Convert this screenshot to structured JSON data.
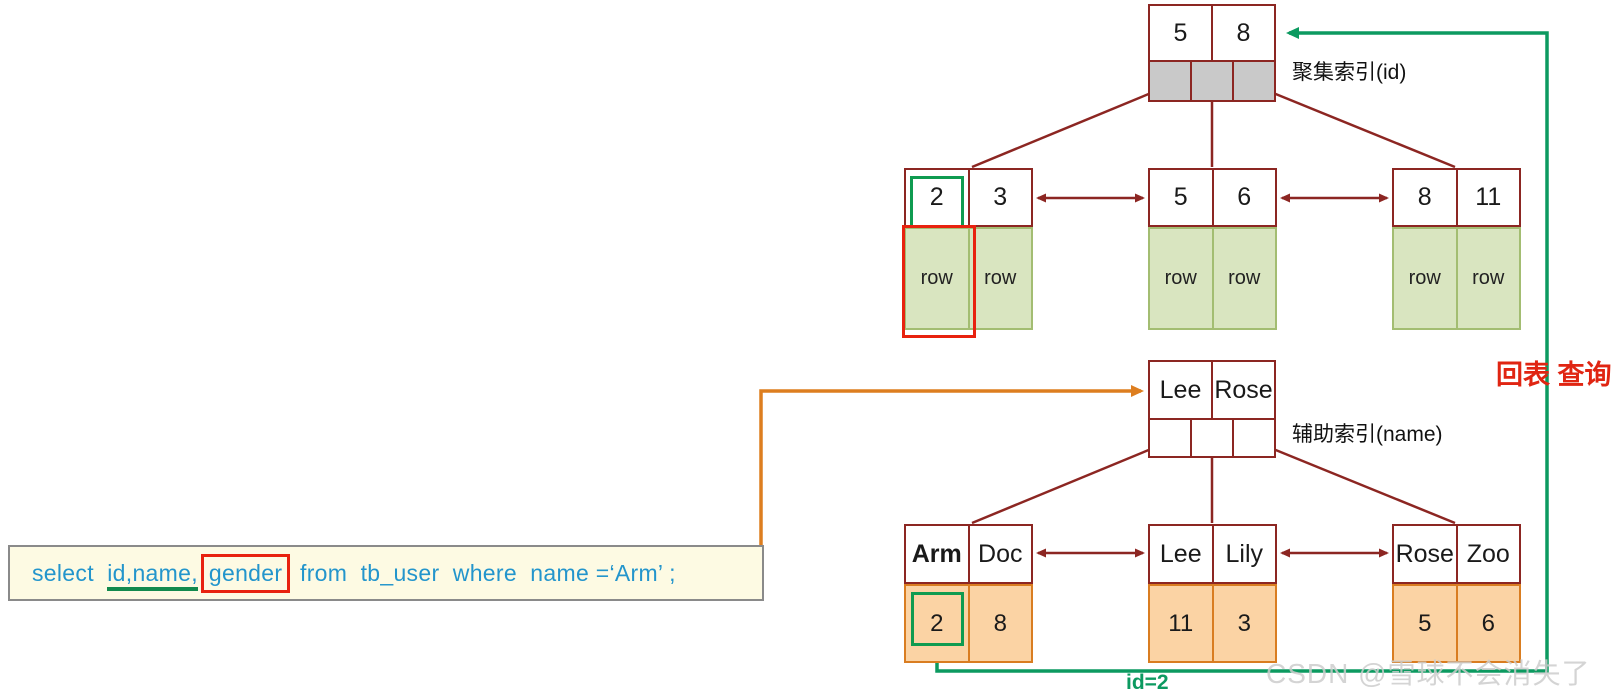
{
  "sql": {
    "select_kw": "select  ",
    "underlined_cols": "id,name,",
    "boxed_col": "gender",
    "tail": " from  tb_user  where  name =‘Arm’ ;"
  },
  "clustered_index": {
    "label": "聚集索引(id)",
    "root_keys": [
      "5",
      "8"
    ],
    "leaves": [
      {
        "keys": [
          "2",
          "3"
        ],
        "values": [
          "row",
          "row"
        ]
      },
      {
        "keys": [
          "5",
          "6"
        ],
        "values": [
          "row",
          "row"
        ]
      },
      {
        "keys": [
          "8",
          "11"
        ],
        "values": [
          "row",
          "row"
        ]
      }
    ]
  },
  "secondary_index": {
    "label": "辅助索引(name)",
    "root_keys": [
      "Lee",
      "Rose"
    ],
    "leaves": [
      {
        "keys": [
          "Arm",
          "Doc"
        ],
        "values": [
          "2",
          "8"
        ]
      },
      {
        "keys": [
          "Lee",
          "Lily"
        ],
        "values": [
          "11",
          "3"
        ]
      },
      {
        "keys": [
          "Rose",
          "Zoo"
        ],
        "values": [
          "5",
          "6"
        ]
      }
    ]
  },
  "annotations": {
    "back_table_query": "回表 查询",
    "id_match": "id=2",
    "watermark": "CSDN @雪球不会消失了"
  },
  "colors": {
    "node_border": "#8c2622",
    "row_cell_fill": "#d9e5c0",
    "row_cell_border": "#a3bd72",
    "id_cell_fill": "#fbd3a4",
    "id_cell_border": "#d97d21",
    "pointer_cell_fill": "#c9c9c9",
    "highlight_green": "#0f9b50",
    "highlight_red": "#e8220f",
    "link_green": "#0c9a60",
    "link_orange": "#dd7e1f",
    "sql_text_blue": "#2395cc",
    "sql_box_fill": "#fdfae3",
    "annotation_red": "#e02512"
  }
}
